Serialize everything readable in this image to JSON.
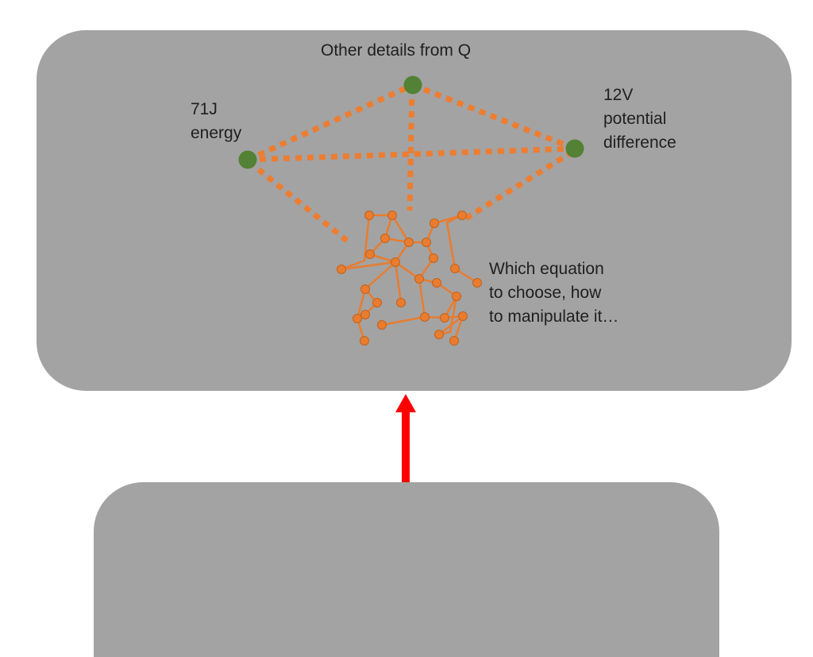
{
  "labels": {
    "top": "Other details from Q",
    "left_line1": "71J",
    "left_line2": "energy",
    "right_line1": "12V",
    "right_line2": "potential",
    "right_line3": "difference",
    "note_line1": "Which equation",
    "note_line2": "to choose, how",
    "note_line3": "to manipulate it…"
  },
  "colors": {
    "panel": "#a3a3a3",
    "node_green": "#538135",
    "dotted_orange": "#ed7d31",
    "tangle_orange": "#e97c2e",
    "arrow_red": "#ff0000"
  }
}
